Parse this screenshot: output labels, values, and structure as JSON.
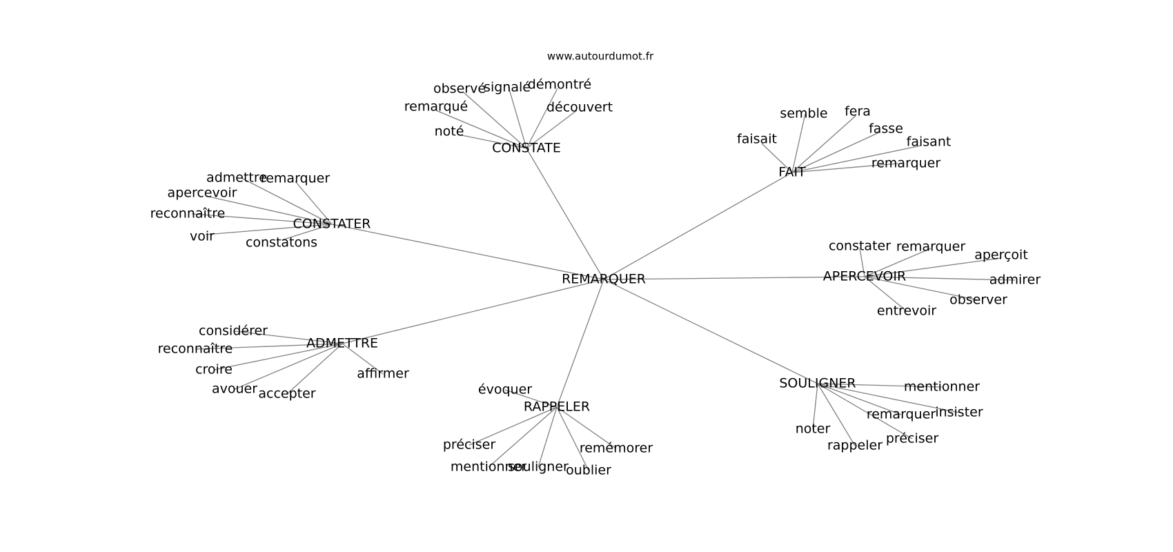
{
  "source": "www.autourdumot.fr",
  "center": {
    "id": "REMARQUER",
    "label": "REMARQUER"
  },
  "hubs": [
    {
      "id": "CONSTATE",
      "label": "CONSTATE",
      "leaves": [
        "observé",
        "signalé",
        "démontré",
        "remarqué",
        "découvert",
        "noté"
      ]
    },
    {
      "id": "FAIT",
      "label": "FAIT",
      "leaves": [
        "semble",
        "fera",
        "fasse",
        "faisait",
        "faisant",
        "remarquer"
      ]
    },
    {
      "id": "CONSTATER",
      "label": "CONSTATER",
      "leaves": [
        "admettre",
        "remarquer",
        "apercevoir",
        "reconnaître",
        "voir",
        "constatons"
      ]
    },
    {
      "id": "APERCEVOIR",
      "label": "APERCEVOIR",
      "leaves": [
        "constater",
        "remarquer",
        "aperçoit",
        "admirer",
        "observer",
        "entrevoir"
      ]
    },
    {
      "id": "ADMETTRE",
      "label": "ADMETTRE",
      "leaves": [
        "considérer",
        "reconnaître",
        "croire",
        "avouer",
        "accepter",
        "affirmer"
      ]
    },
    {
      "id": "RAPPELER",
      "label": "RAPPELER",
      "leaves": [
        "évoquer",
        "préciser",
        "remémorer",
        "mentionner",
        "souligner",
        "oublier"
      ]
    },
    {
      "id": "SOULIGNER",
      "label": "SOULIGNER",
      "leaves": [
        "mentionner",
        "insister",
        "remarquer",
        "noter",
        "préciser",
        "rappeler"
      ]
    }
  ]
}
